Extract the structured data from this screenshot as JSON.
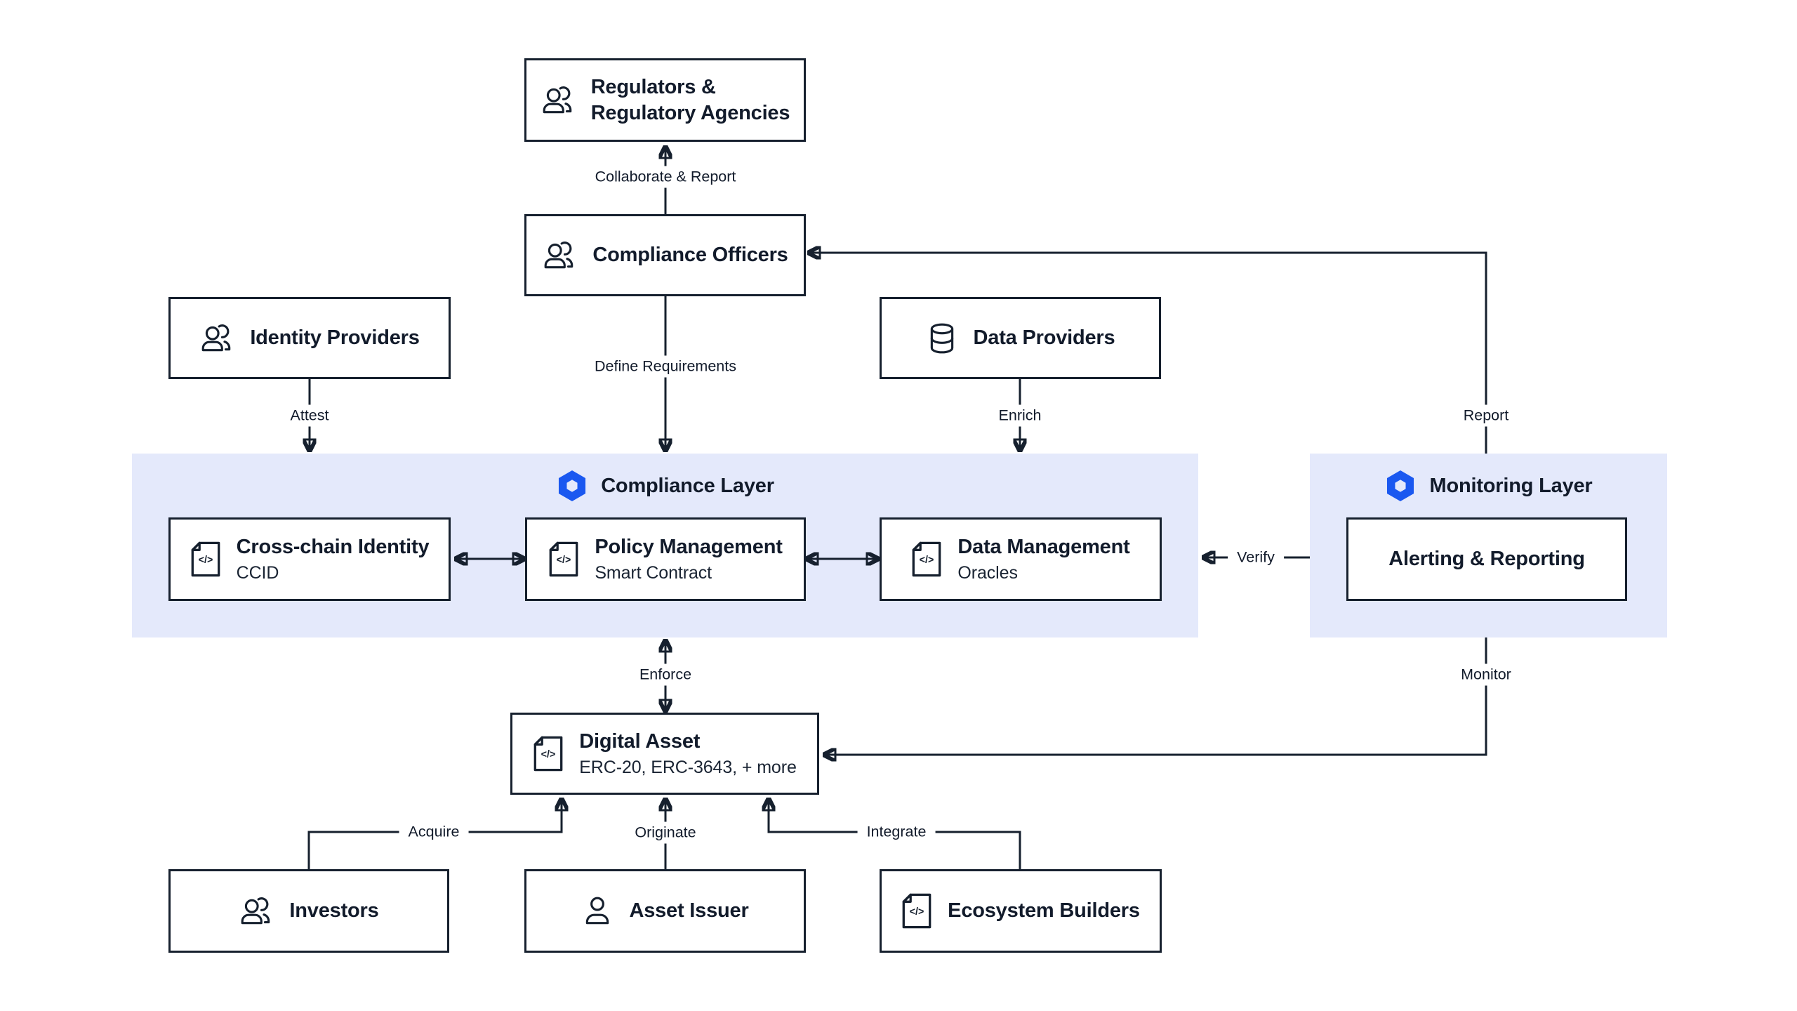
{
  "colors": {
    "accent_blue": "#1A58F0",
    "layer_bg": "#E4E9FB",
    "ink": "#16202E",
    "page_bg": "#FFFFFF"
  },
  "layers": {
    "compliance": {
      "title": "Compliance Layer",
      "icon": "chainlink-hexagon-icon"
    },
    "monitoring": {
      "title": "Monitoring Layer",
      "icon": "chainlink-hexagon-icon"
    }
  },
  "nodes": {
    "regulators": {
      "title": "Regulators &\nRegulatory Agencies",
      "icon": "users-icon"
    },
    "compliance_officers": {
      "title": "Compliance Officers",
      "icon": "users-icon"
    },
    "identity_providers": {
      "title": "Identity Providers",
      "icon": "users-icon"
    },
    "data_providers": {
      "title": "Data Providers",
      "icon": "database-icon"
    },
    "cross_chain_identity": {
      "title": "Cross-chain Identity",
      "subtitle": "CCID",
      "icon": "smart-contract-icon"
    },
    "policy_management": {
      "title": "Policy Management",
      "subtitle": "Smart Contract",
      "icon": "smart-contract-icon"
    },
    "data_management": {
      "title": "Data Management",
      "subtitle": "Oracles",
      "icon": "smart-contract-icon"
    },
    "alerting_reporting": {
      "title": "Alerting & Reporting"
    },
    "digital_asset": {
      "title": "Digital Asset",
      "subtitle": "ERC-20, ERC-3643, + more",
      "icon": "smart-contract-icon"
    },
    "investors": {
      "title": "Investors",
      "icon": "users-icon"
    },
    "asset_issuer": {
      "title": "Asset Issuer",
      "icon": "user-icon"
    },
    "ecosystem_builders": {
      "title": "Ecosystem Builders",
      "icon": "smart-contract-icon"
    }
  },
  "edge_labels": {
    "collaborate": "Collaborate & Report",
    "define": "Define Requirements",
    "attest": "Attest",
    "enrich": "Enrich",
    "report": "Report",
    "verify": "Verify",
    "enforce": "Enforce",
    "monitor": "Monitor",
    "acquire": "Acquire",
    "originate": "Originate",
    "integrate": "Integrate"
  }
}
